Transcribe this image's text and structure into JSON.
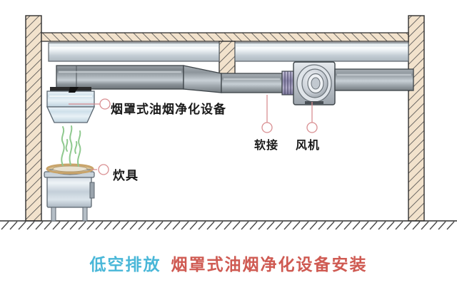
{
  "diagram": {
    "title_primary": "低空排放",
    "title_secondary": "烟罩式油烟净化设备安装",
    "labels": {
      "purifier": "烟罩式油烟净化设备",
      "flex_connector": "软接",
      "fan": "风机",
      "stove": "炊具"
    },
    "colors": {
      "title_primary": "#49b7d8",
      "title_secondary": "#cf5a52",
      "wall_fill": "#f2e2cc",
      "wall_stroke": "#3a3a3a",
      "duct_dark": "#6e7478",
      "duct_light": "#b9c0c6",
      "hood_fill": "#cfe0ea",
      "leader_line": "#d98f92",
      "steam": "#8fc98f",
      "wok_rim": "#c9a46a",
      "fan_body": "#c8ccd2",
      "bellows": "#9a96b8"
    },
    "components": [
      {
        "name": "ceiling-pipe",
        "desc": "horizontal pipe below ceiling"
      },
      {
        "name": "hood-purifier",
        "desc": "trapezoidal hood unit"
      },
      {
        "name": "main-duct",
        "desc": "large rectangular duct"
      },
      {
        "name": "duct-transition",
        "desc": "reducing transition"
      },
      {
        "name": "flex-connector",
        "desc": "ribbed bellows"
      },
      {
        "name": "centrifugal-fan",
        "desc": "volute fan housing"
      },
      {
        "name": "discharge-duct",
        "desc": "duct through right wall"
      },
      {
        "name": "stove",
        "desc": "cooking range with legs"
      },
      {
        "name": "wok",
        "desc": "wok on stove top"
      },
      {
        "name": "steam",
        "desc": "rising steam wisps"
      }
    ]
  }
}
